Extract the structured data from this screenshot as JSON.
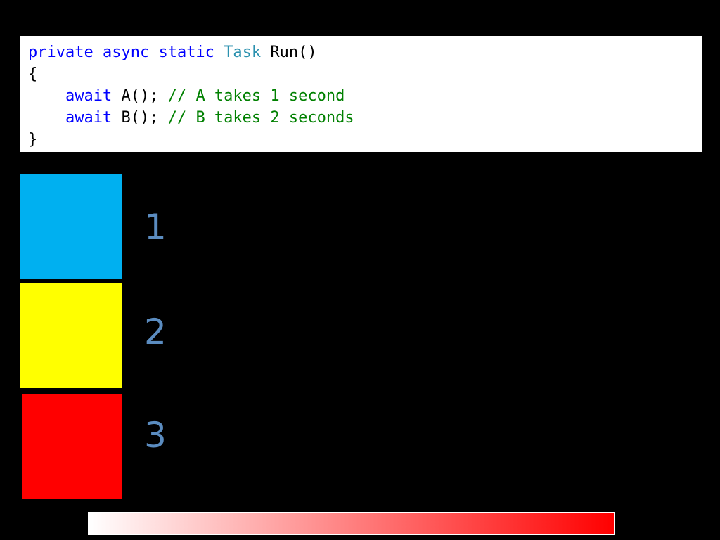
{
  "code": {
    "line1": {
      "kw1": "private",
      "kw2": "async",
      "kw3": "static",
      "type": "Task",
      "rest": "Run()"
    },
    "line2": "{",
    "line3": {
      "indent": "    ",
      "kw": "await",
      "call": "A();",
      "comment": "// A takes 1 second"
    },
    "line4": {
      "indent": "    ",
      "kw": "await",
      "call": "B();",
      "comment": "// B takes 2 seconds"
    },
    "line5": "}"
  },
  "blocks": [
    {
      "label": "1",
      "color": "#00b0f0"
    },
    {
      "label": "2",
      "color": "#ffff00"
    },
    {
      "label": "3",
      "color": "#ff0000"
    }
  ],
  "progress": {
    "fraction": 1.0,
    "gradient_start": "#ffffff",
    "gradient_end": "#ff0000"
  },
  "colors": {
    "background": "#000000",
    "number_text": "#5b8cc0",
    "keyword": "#0000ff",
    "type": "#2b91af",
    "comment": "#008000"
  }
}
